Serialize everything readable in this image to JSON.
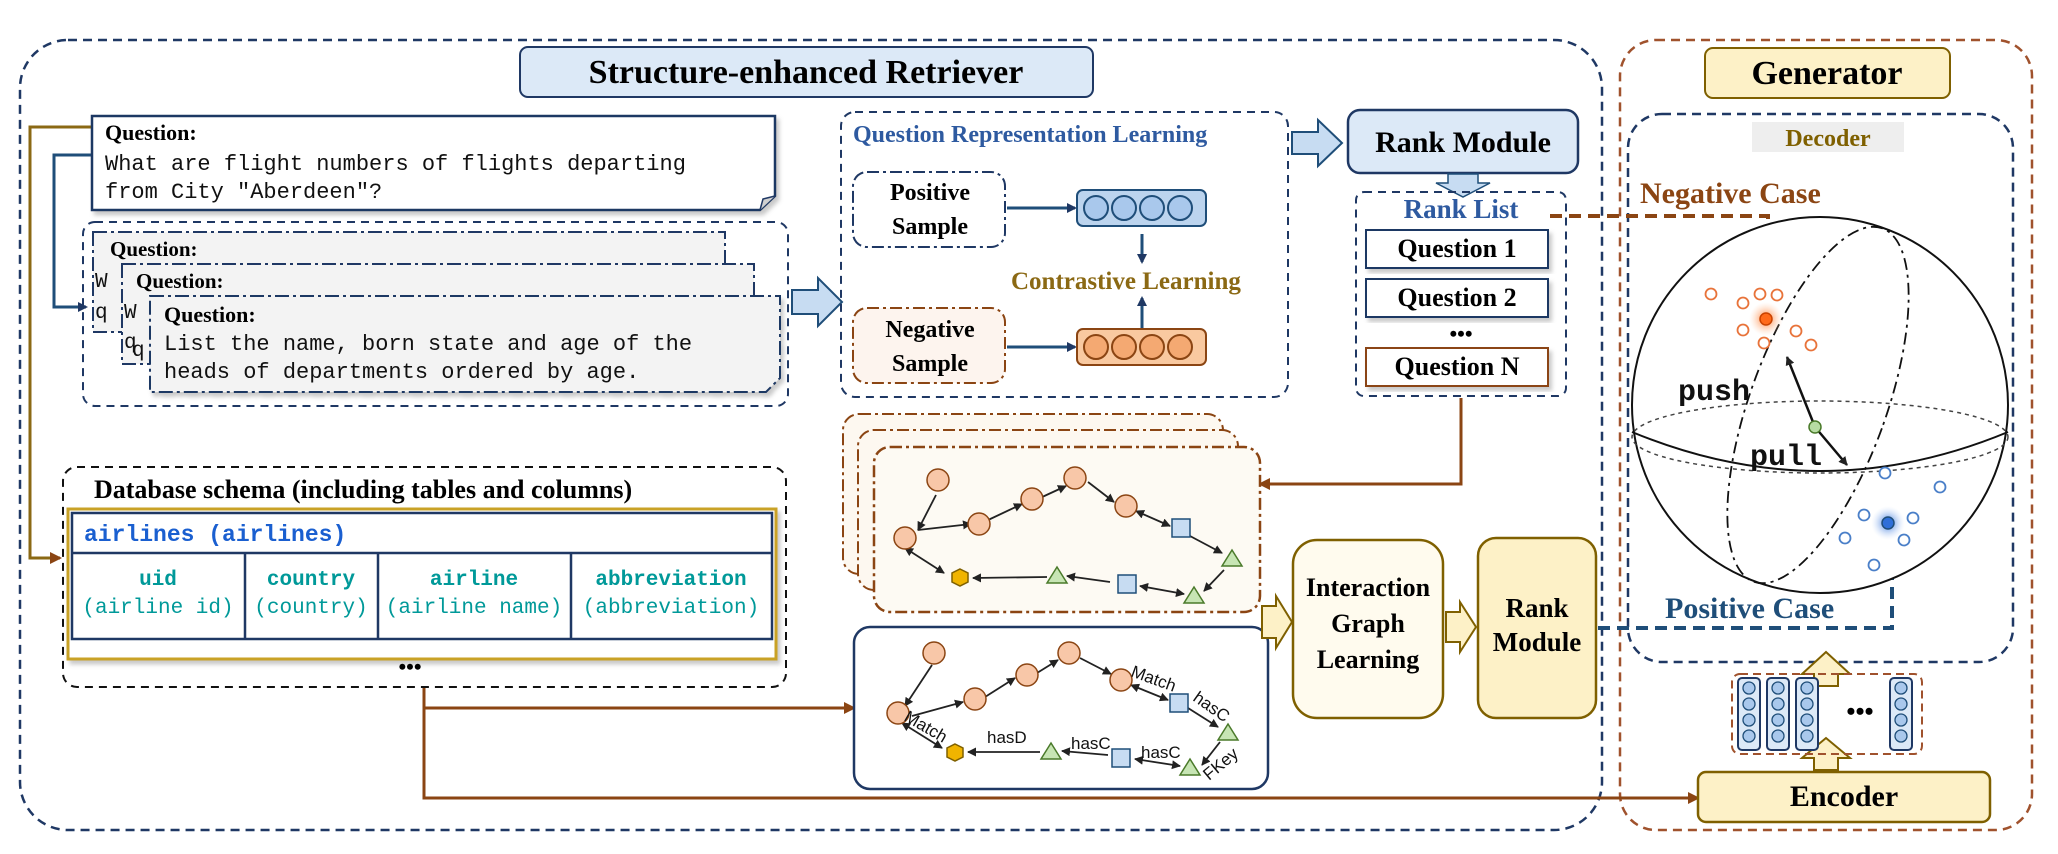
{
  "retriever": {
    "title": "Structure-enhanced Retriever"
  },
  "generator": {
    "title": "Generator",
    "decoder": "Decoder",
    "encoder": "Encoder"
  },
  "question_main": {
    "heading": "Question:",
    "line1": "What are flight numbers of flights departing",
    "line2": "from City \"Aberdeen\"?"
  },
  "question_stack": {
    "heading_back1": "Question:",
    "heading_back2": "Question:",
    "peek_back1_a": "W",
    "peek_back1_b": "q",
    "peek_back2_a": "W",
    "peek_back2_b": "q",
    "peek_back3": "q",
    "heading_front": "Question:",
    "line1": "List the name, born state and age of the",
    "line2": "heads of departments ordered by age."
  },
  "qrl": {
    "title": "Question Representation Learning",
    "positive_line1": "Positive",
    "positive_line2": "Sample",
    "negative_line1": "Negative",
    "negative_line2": "Sample",
    "contrastive": "Contrastive Learning"
  },
  "rank_module_top": "Rank Module",
  "rank_list": {
    "title": "Rank List",
    "items": [
      "Question 1",
      "Question 2",
      "Question N"
    ],
    "ellipsis": "•••"
  },
  "schema": {
    "title": "Database schema (including tables and columns)",
    "table_header": "airlines (airlines)",
    "columns": [
      {
        "name": "uid",
        "desc": "(airline id)"
      },
      {
        "name": "country",
        "desc": "(country)"
      },
      {
        "name": "airline",
        "desc": "(airline name)"
      },
      {
        "name": "abbreviation",
        "desc": "(abbreviation)"
      }
    ],
    "ellipsis": "•••"
  },
  "graph_edges": {
    "match1": "Match",
    "hasC1": "hasC",
    "match2": "Match",
    "hasD": "hasD",
    "hasC2": "hasC",
    "hasC3": "hasC",
    "fkey": "FKey"
  },
  "interaction": {
    "line1": "Interaction",
    "line2": "Graph",
    "line3": "Learning"
  },
  "rank_module_bottom": {
    "line1": "Rank",
    "line2": "Module"
  },
  "sphere": {
    "negative": "Negative Case",
    "positive": "Positive Case",
    "push": "push",
    "pull": "pull"
  },
  "encoder_dots": "•••",
  "colors": {
    "navy": "#1f3864",
    "brown": "#8b4513",
    "gold": "#7f6000",
    "teal": "#009999",
    "blue_label": "#1a5fd0",
    "light_blue": "#dce9f7",
    "light_yellow": "#fdf1c7",
    "orange_node": "#f8c7a8",
    "green_node": "#c7e5b4",
    "amber_node": "#f0b400"
  }
}
